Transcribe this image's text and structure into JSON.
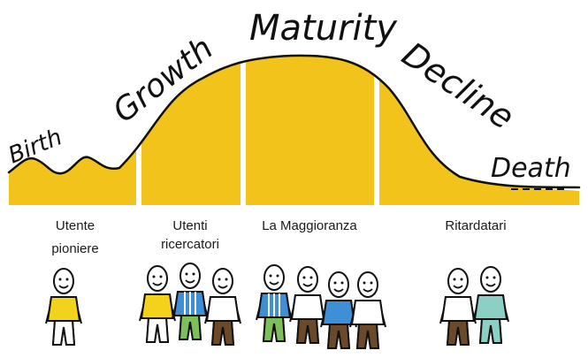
{
  "stages": {
    "birth": "Birth",
    "growth": "Growth",
    "maturity": "Maturity",
    "decline": "Decline",
    "death": "Death"
  },
  "groups": {
    "pioneers": [
      "Utente",
      "pioniere"
    ],
    "researchers": [
      "Utenti",
      "ricercatori"
    ],
    "majority": "La Maggioranza",
    "laggards": "Ritardatari"
  },
  "colors": {
    "fill": "#F2C31B",
    "ink": "#111111",
    "shirt_yellow": "#F2D21B",
    "shirt_blue": "#3E8FD6",
    "shirt_teal": "#8CCFC4",
    "pants_green": "#7DBF5A",
    "pants_brown": "#6B4A2B"
  }
}
